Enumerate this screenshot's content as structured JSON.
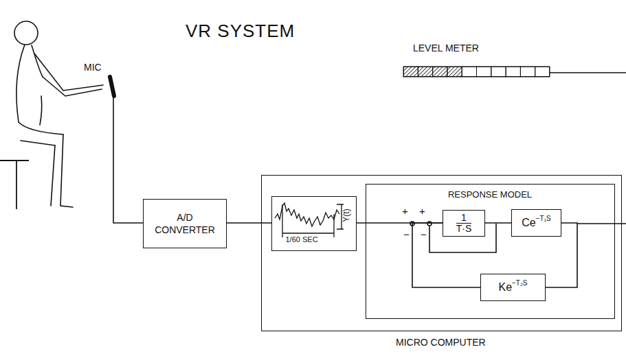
{
  "diagram": {
    "title": "VR SYSTEM",
    "nodes": [
      {
        "text": [
          "LEVEL METER"
        ]
      },
      {
        "text": [
          "A/D CONVERTER"
        ]
      },
      {
        "text": [
          "MICRO COMPUTER"
        ]
      },
      {
        "text": [
          "1/60 SEC",
          "Y(t)"
        ],
        "in": 2
      },
      {
        "text": [
          "RESPONSE MODEL"
        ],
        "in": 2
      },
      {
        "text": [
          "1",
          "T·S"
        ],
        "in": 4
      },
      {
        "text": [
          "Ce",
          "−T₁S"
        ],
        "in": 4
      },
      {
        "text": [
          "Ke",
          "−T₂S"
        ],
        "in": 4
      }
    ],
    "edges": [
      {
        "from": 3,
        "to": 5,
        "arrow": "none"
      },
      {
        "from": 7,
        "to": 5,
        "arrow": "none"
      },
      {
        "from": 5,
        "to": 6,
        "arrow": "none"
      },
      {
        "from": 6,
        "to": 7,
        "arrow": "none"
      }
    ],
    "labels": [
      "MIC",
      "+",
      "+",
      "−",
      "−"
    ]
  }
}
